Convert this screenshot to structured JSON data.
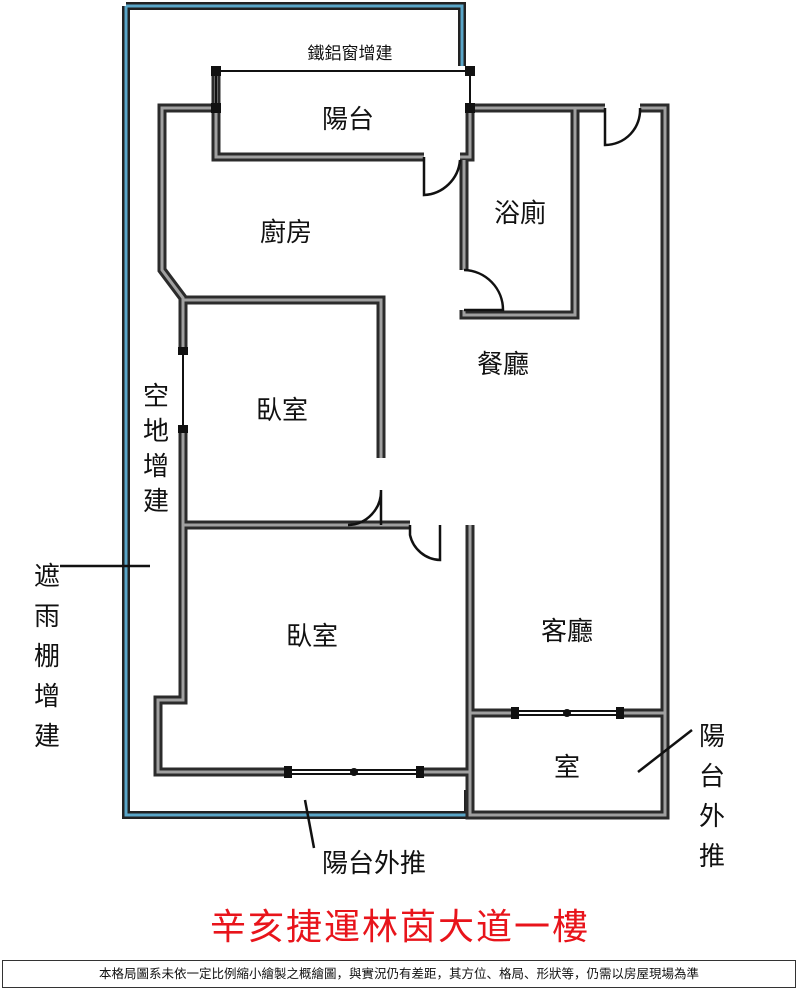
{
  "title": "辛亥捷運林茵大道一樓",
  "disclaimer": "本格局圖系未依一定比例縮小繪製之概繪圖，與實況仍有差距，其方位、格局、形狀等，仍需以房屋現場為準",
  "rooms": {
    "balcony": "陽台",
    "kitchen": "廚房",
    "bathroom": "浴廁",
    "dining": "餐廳",
    "bedroom1": "臥室",
    "bedroom2": "臥室",
    "living": "客廳",
    "small_room": "室"
  },
  "annotations": {
    "window_addition": "鐵鋁窗增建",
    "open_space_addition": [
      "空",
      "地",
      "增",
      "建"
    ],
    "awning_addition": [
      "遮",
      "雨",
      "棚",
      "增",
      "建"
    ],
    "balcony_extension_bottom": "陽台外推",
    "balcony_extension_right": [
      "陽",
      "台",
      "外",
      "推"
    ]
  },
  "colors": {
    "wall": "#3a3a3a",
    "wall_fill": "#9a9a9a",
    "outline_blue": "#5aa6c8",
    "title": "#e8141b"
  }
}
